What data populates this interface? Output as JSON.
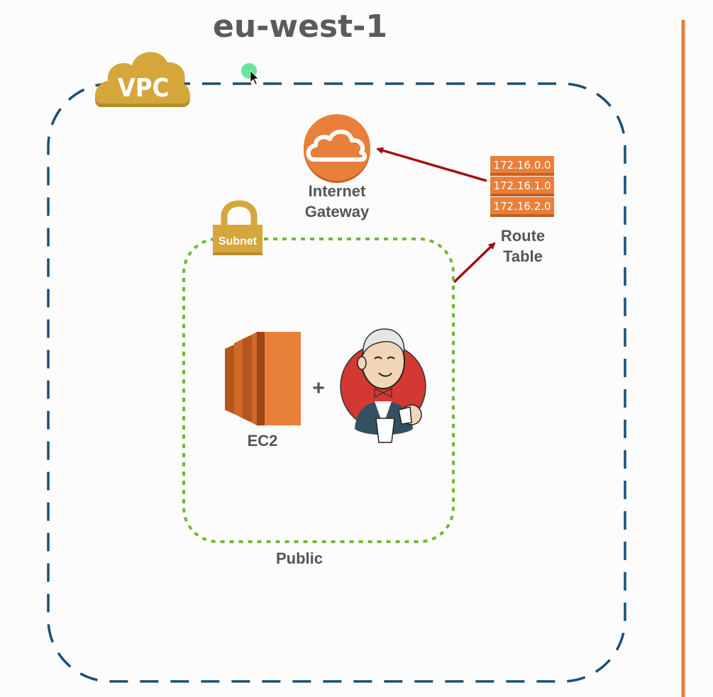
{
  "region": {
    "title": "eu-west-1"
  },
  "vpc": {
    "badge": "VPC"
  },
  "subnet": {
    "badge": "Subnet",
    "label": "Public"
  },
  "internet_gateway": {
    "line1": "Internet",
    "line2": "Gateway"
  },
  "route_table": {
    "routes": [
      "172.16.0.0",
      "172.16.1.0",
      "172.16.2.0"
    ],
    "line1": "Route",
    "line2": "Table"
  },
  "ec2": {
    "label": "EC2"
  },
  "plus_sign": "+",
  "colors": {
    "vpc_border": "#1d4e75",
    "subnet_border": "#6dbb2a",
    "aws_orange": "#e8803a",
    "badge_gold": "#d4a63c",
    "arrow_red": "#9e1111",
    "label_gray": "#555555",
    "jenkins_red": "#d33833"
  }
}
